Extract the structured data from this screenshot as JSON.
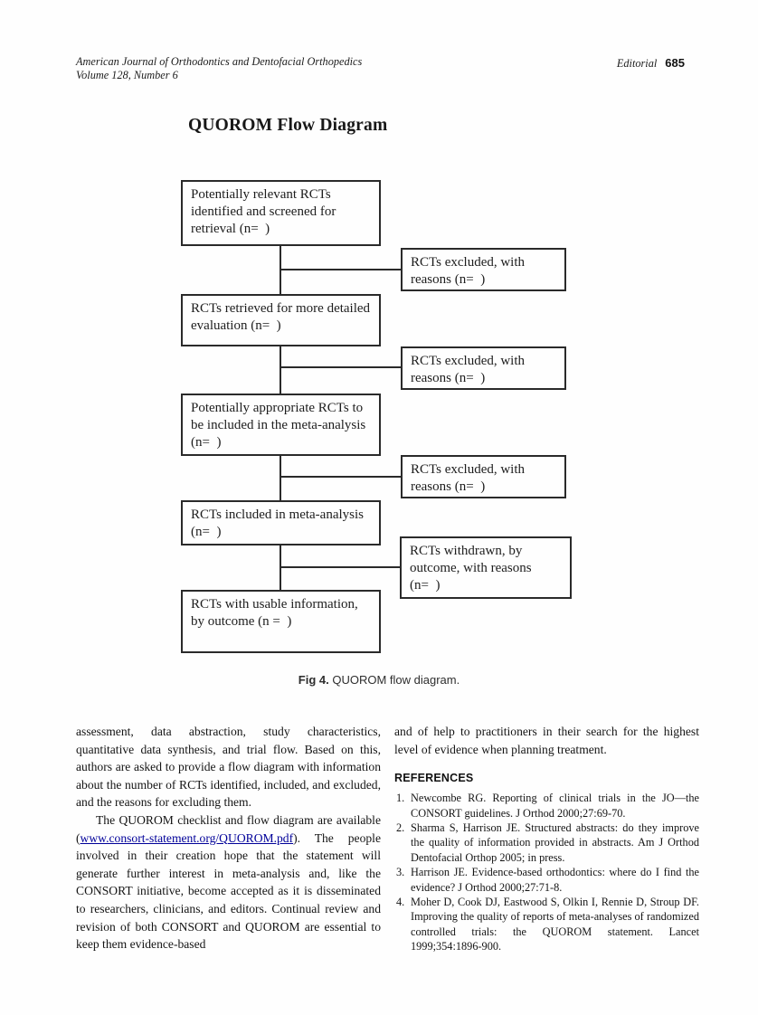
{
  "page": {
    "header": {
      "journal_line1": "American Journal of Orthodontics and Dentofacial Orthopedics",
      "journal_line2": "Volume 128, Number 6",
      "section": "Editorial",
      "page_number": "685"
    },
    "figure": {
      "title": "QUOROM Flow Diagram",
      "caption_label": "Fig 4.",
      "caption_text": "QUOROM flow diagram.",
      "left_boxes": [
        "Potentially relevant RCTs identified and screened for retrieval (n=  )",
        "RCTs retrieved for more detailed evaluation (n=  )",
        "Potentially appropriate RCTs to be included in the meta-analysis (n=  )",
        "RCTs included in meta-analysis (n=  )",
        "RCTs with usable information, by outcome (n =  )"
      ],
      "right_boxes": [
        "RCTs excluded, with reasons (n=  )",
        "RCTs excluded, with reasons (n=  )",
        "RCTs excluded, with reasons (n=  )",
        "RCTs withdrawn, by outcome, with reasons (n=  )"
      ]
    },
    "body": {
      "left_col_p1": "assessment, data abstraction, study characteristics, quantitative data synthesis, and trial flow. Based on this, authors are asked to provide a flow diagram with information about the number of RCTs identified, included, and excluded, and the reasons for excluding them.",
      "left_col_p2_pre": "The QUOROM checklist and flow diagram are available (",
      "left_col_link": "www.consort-statement.org/QUOROM.pdf",
      "left_col_p2_post": "). The people involved in their creation hope that the statement will generate further interest in meta-analysis and, like the CONSORT initiative, become accepted as it is disseminated to researchers, clinicians, and editors. Continual review and revision of both CONSORT and QUOROM are essential to keep them evidence-based",
      "right_col_p1": "and of help to practitioners in their search for the highest level of evidence when planning treatment.",
      "references_heading": "REFERENCES",
      "link_color": "#000099",
      "references": [
        {
          "num": "1.",
          "text": "Newcombe RG. Reporting of clinical trials in the JO—the CONSORT guidelines. J Orthod 2000;27:69-70."
        },
        {
          "num": "2.",
          "text": "Sharma S, Harrison JE. Structured abstracts: do they improve the quality of information provided in abstracts. Am J Orthod Dentofacial Orthop 2005; in press."
        },
        {
          "num": "3.",
          "text": "Harrison JE. Evidence-based orthodontics: where do I find the evidence? J Orthod 2000;27:71-8."
        },
        {
          "num": "4.",
          "text": "Moher D, Cook DJ, Eastwood S, Olkin I, Rennie D, Stroup DF. Improving the quality of reports of meta-analyses of randomized controlled trials: the QUOROM statement. Lancet 1999;354:1896-900."
        }
      ]
    }
  }
}
